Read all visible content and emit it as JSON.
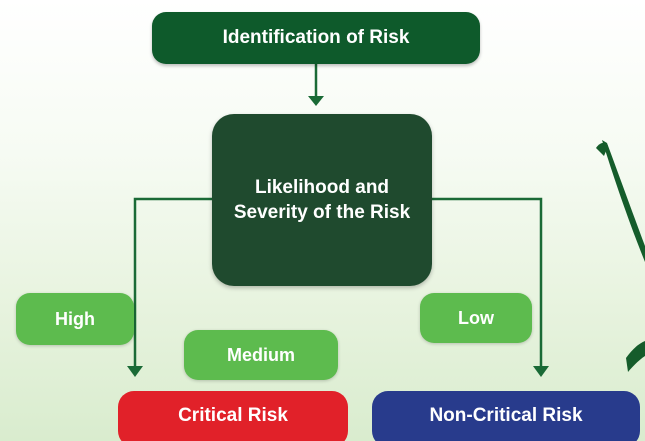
{
  "nodes": {
    "identification": "Identification of Risk",
    "likelihood": "Likelihood and Severity of the Risk",
    "high": "High",
    "medium": "Medium",
    "low": "Low",
    "critical": "Critical Risk",
    "non_critical": "Non-Critical Risk"
  },
  "colors": {
    "dark_green": "#0e5a2b",
    "center_green": "#1f4a2e",
    "light_green": "#5dbb4e",
    "connector_green": "#1a6a36",
    "critical_red": "#e12129",
    "non_critical_blue": "#283b8c"
  }
}
